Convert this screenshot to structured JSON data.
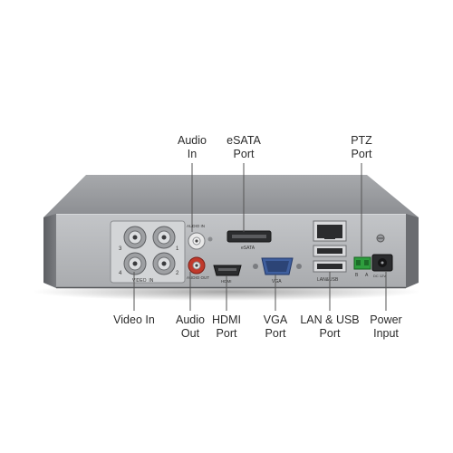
{
  "callouts": {
    "audio_in": {
      "line1": "Audio",
      "line2": "In"
    },
    "esata": {
      "line1": "eSATA",
      "line2": "Port"
    },
    "ptz": {
      "line1": "PTZ",
      "line2": "Port"
    },
    "video_in": {
      "line1": "Video In"
    },
    "audio_out": {
      "line1": "Audio",
      "line2": "Out"
    },
    "hdmi": {
      "line1": "HDMI",
      "line2": "Port"
    },
    "vga": {
      "line1": "VGA",
      "line2": "Port"
    },
    "lan_usb": {
      "line1": "LAN & USB",
      "line2": "Port"
    },
    "power": {
      "line1": "Power",
      "line2": "Input"
    }
  },
  "panel_markings": {
    "audio_in": "AUDIO IN",
    "audio_out": "AUDIO OUT",
    "video_in": "VIDEO  IN",
    "hdmi": "HDMI",
    "esata": "eSATA",
    "vga": "VGA",
    "lan_usb": "LAN&USB",
    "ptz_a": "B",
    "ptz_b": "A",
    "power": "DC 12V",
    "bnc_1": "1",
    "bnc_2": "2",
    "bnc_3": "3",
    "bnc_4": "4"
  },
  "colors": {
    "chassis_top": "#9b9da0",
    "chassis_side": "#6e7074",
    "rear_panel": "#b9bbbe",
    "label_text": "#2b2b2b",
    "leader_line": "#555555",
    "audio_in_ring": "#e8e8e8",
    "audio_out_ring": "#c0392b",
    "ptz_terminal": "#2e9e3e",
    "vga_port": "#3f5f9e"
  }
}
